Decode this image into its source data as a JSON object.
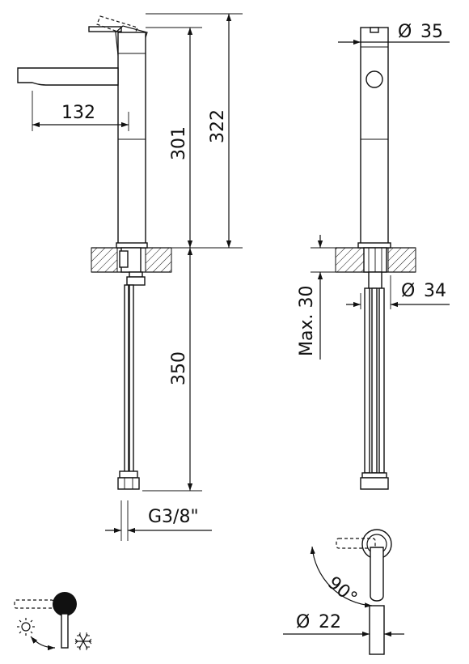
{
  "dimensions": {
    "spout_reach": "132",
    "spout_height": "301",
    "total_height": "322",
    "hose_length": "350",
    "connection_thread": "G3/8\"",
    "body_diameter": "35",
    "base_diameter": "34",
    "max_counter_thickness": "Max. 30",
    "lever_angle": "90°",
    "lever_diameter": "22"
  },
  "symbols": {
    "diameter_sign": "Ø",
    "hot": "sun-icon",
    "cold": "snowflake-icon",
    "rotation": "curved-arrow-icon"
  },
  "colors": {
    "line": "#111111",
    "background": "#ffffff"
  }
}
